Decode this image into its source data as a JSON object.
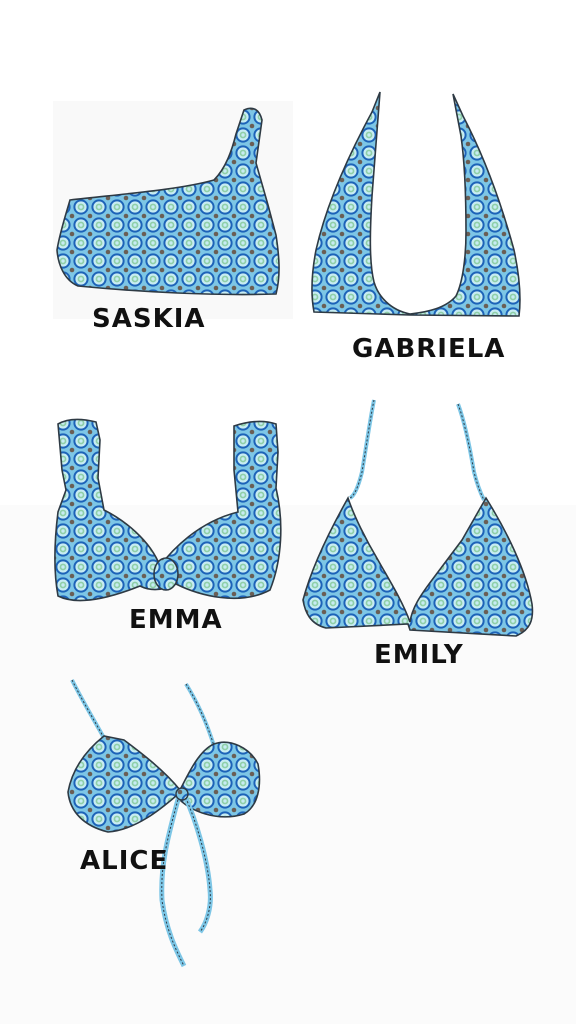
{
  "styles": [
    {
      "id": "saskia",
      "name": "SASKIA"
    },
    {
      "id": "gabriela",
      "name": "GABRIELA"
    },
    {
      "id": "emma",
      "name": "EMMA"
    },
    {
      "id": "emily",
      "name": "EMILY"
    },
    {
      "id": "alice",
      "name": "ALICE"
    }
  ],
  "colors": {
    "fabric": "#7dc6e6",
    "ring_dark": "#1d63b8",
    "ring_light": "#c7ecf3",
    "dot_green": "#8fcfa7",
    "dot_brown": "#6a5e55",
    "outline": "#2e3a44"
  }
}
